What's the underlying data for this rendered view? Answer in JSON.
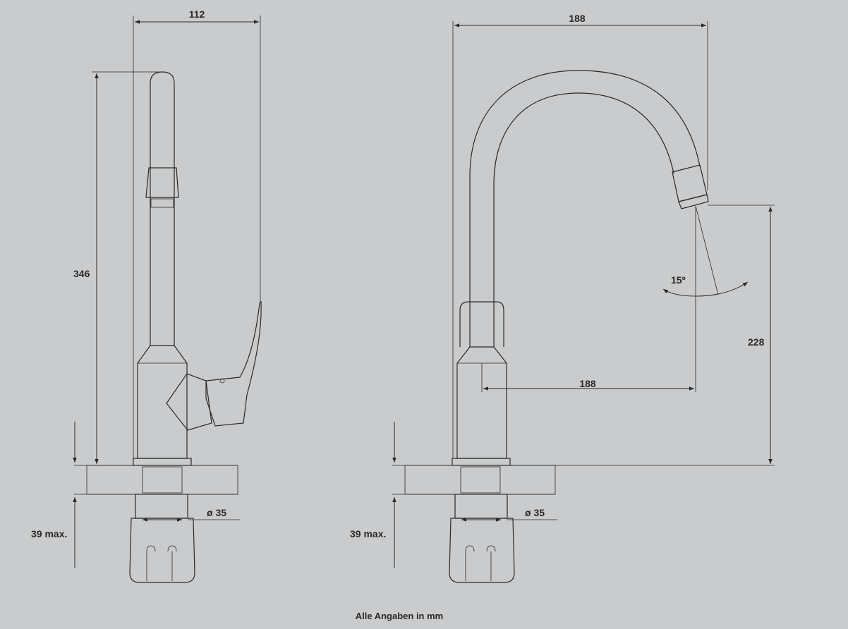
{
  "side_view": {
    "width_dim": "112",
    "height_dim": "346",
    "diameter_dim": "ø 35",
    "under_counter_dim": "39 max."
  },
  "front_view": {
    "width_dim": "188",
    "reach_dim": "188",
    "spout_height_dim": "228",
    "swivel_angle": "15º",
    "diameter_dim": "ø 35",
    "under_counter_dim": "39 max."
  },
  "caption": "Alle Angaben in mm"
}
